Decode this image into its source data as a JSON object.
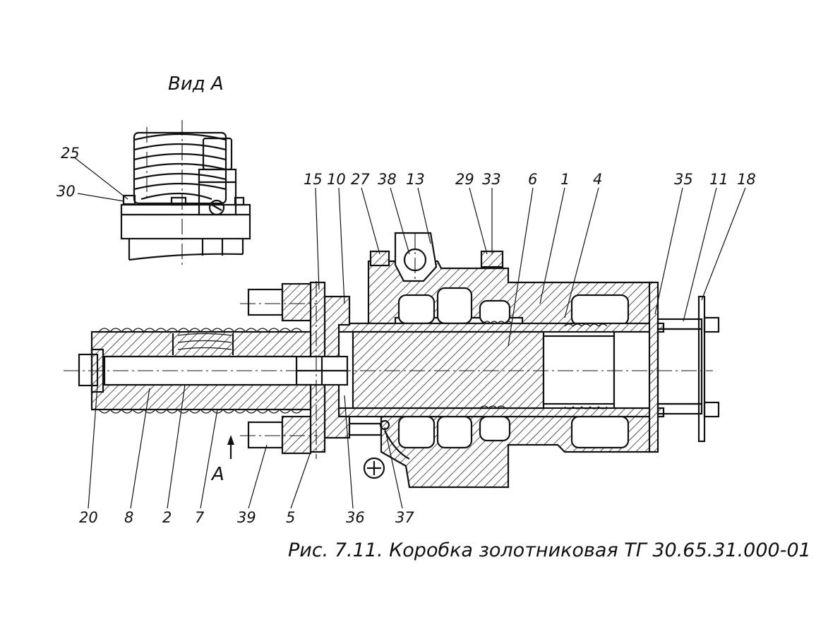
{
  "view_label": "Вид А",
  "arrow_label": "A",
  "caption": "Рис. 7.11.  Коробка  золотниковая  ТГ 30.65.31.000-01",
  "callouts_view": [
    "25",
    "30"
  ],
  "callouts_top": [
    "15",
    "10",
    "27",
    "38",
    "13",
    "29",
    "33",
    "6",
    "1",
    "4",
    "35",
    "11",
    "18"
  ],
  "callouts_bottom": [
    "20",
    "8",
    "2",
    "7",
    "39",
    "5",
    "36",
    "37"
  ]
}
